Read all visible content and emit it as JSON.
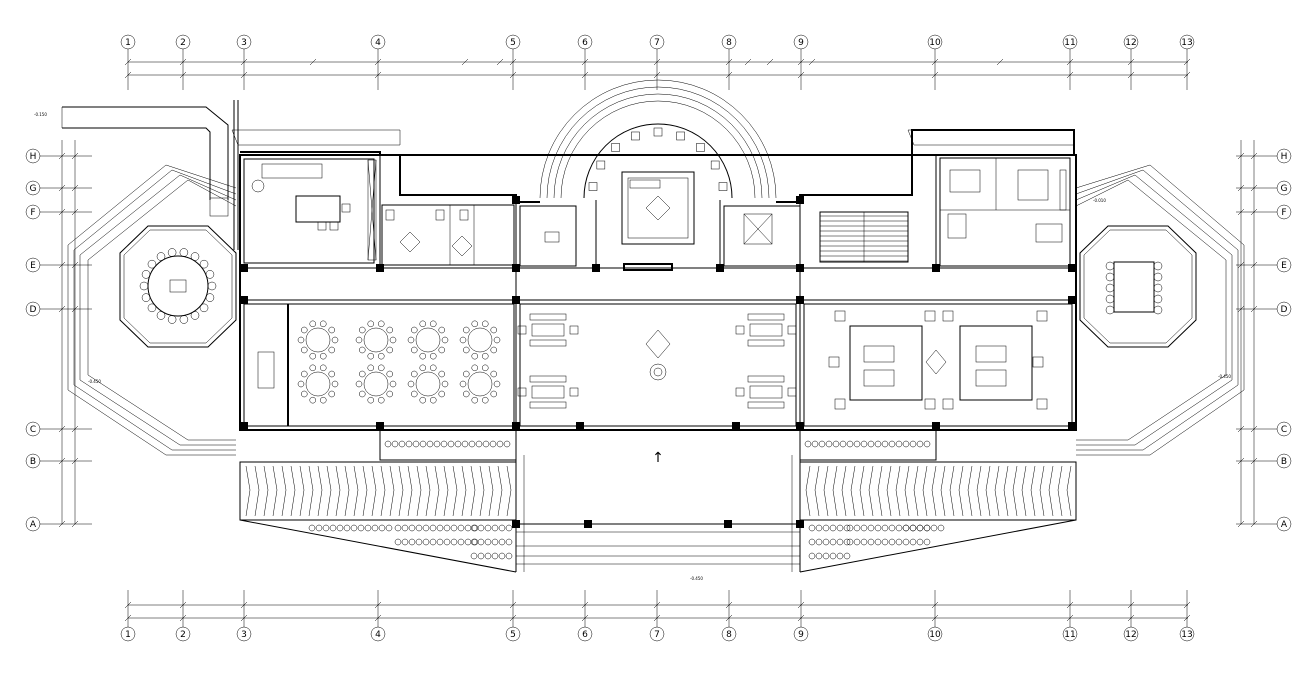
{
  "drawing": {
    "type": "floor-plan",
    "line_color": "#000000",
    "background": "#ffffff"
  },
  "axes": {
    "columns": [
      "1",
      "2",
      "3",
      "4",
      "5",
      "6",
      "7",
      "8",
      "9",
      "10",
      "11",
      "12",
      "13"
    ],
    "rows": [
      "H",
      "G",
      "F",
      "E",
      "D",
      "C",
      "B",
      "A"
    ]
  },
  "levels": {
    "top_left": "-0.150",
    "side_left": "-0.450",
    "side_right": "-0.450",
    "bottom_center": "-0.450",
    "entry_right": "-0.010"
  },
  "room_fixtures": {
    "entrance_arrow": "↑"
  }
}
